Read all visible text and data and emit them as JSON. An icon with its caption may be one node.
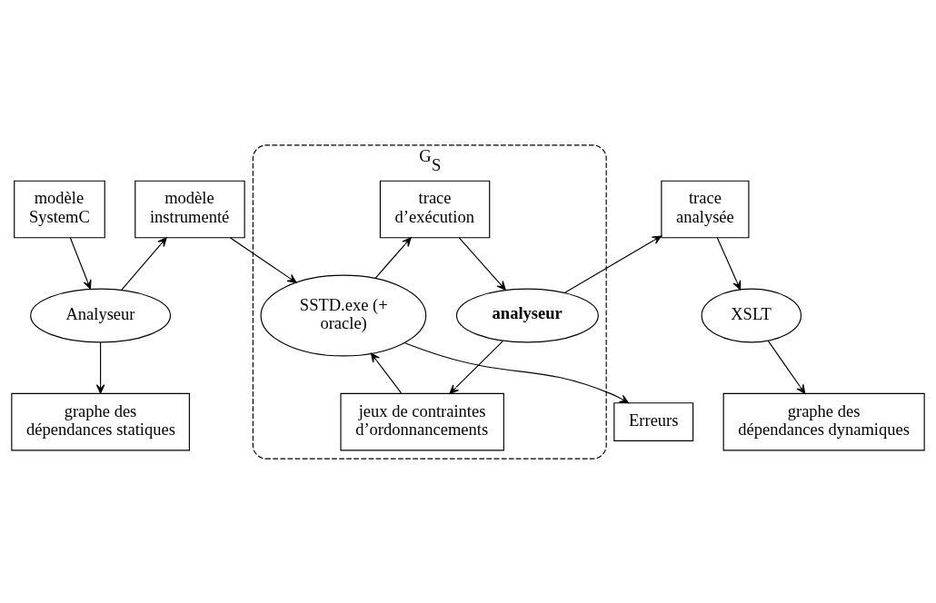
{
  "diagram": {
    "nodes": [
      {
        "text": [
          "modèle SystemC"
        ]
      },
      {
        "text": [
          "modèle instrumenté"
        ]
      },
      {
        "text": [
          "G$_{S}$"
        ]
      },
      {
        "text": [
          "trace d’exécution"
        ],
        "in": 2
      },
      {
        "text": [
          "trace analysée"
        ]
      },
      {
        "text": [
          "Analyseur"
        ]
      },
      {
        "text": [
          "SSTD.exe (+ oracle)"
        ],
        "in": 2
      },
      {
        "text": [
          "analyseur"
        ],
        "in": 2
      },
      {
        "text": [
          "XSLT"
        ]
      },
      {
        "text": [
          "graphe des dépendances statiques"
        ]
      },
      {
        "text": [
          "jeux de contraintes d’ordonnancements"
        ],
        "in": 2
      },
      {
        "text": [
          "graphe des dépendances dynamiques"
        ]
      },
      {
        "text": [
          "Erreurs"
        ]
      }
    ],
    "edges": [
      {
        "from": 0,
        "to": 5,
        "arrow": "to"
      },
      {
        "from": 5,
        "to": 1,
        "arrow": "to"
      },
      {
        "from": 1,
        "to": 6,
        "arrow": "to"
      },
      {
        "from": 6,
        "to": 3,
        "arrow": "to"
      },
      {
        "from": 3,
        "to": 7,
        "arrow": "to"
      },
      {
        "from": 7,
        "to": 4,
        "arrow": "to"
      },
      {
        "from": 4,
        "to": 8,
        "arrow": "to"
      },
      {
        "from": 8,
        "to": 11,
        "arrow": "to"
      },
      {
        "from": 5,
        "to": 9,
        "arrow": "to"
      },
      {
        "from": 7,
        "to": 10,
        "arrow": "to"
      },
      {
        "from": 10,
        "to": 6,
        "arrow": "to"
      },
      {
        "from": 6,
        "to": 12,
        "arrow": "to"
      }
    ]
  }
}
